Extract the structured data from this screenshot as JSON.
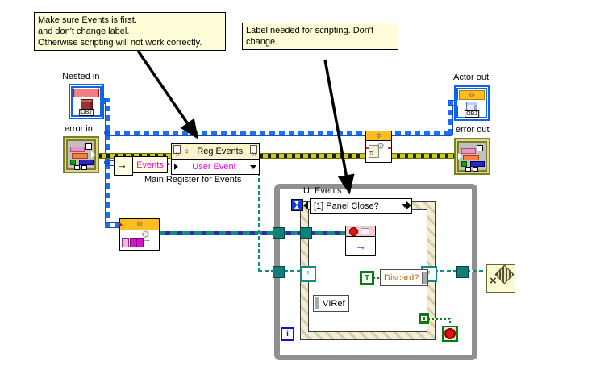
{
  "comments": {
    "events_first_note": "Make sure Events is first.\nand don't change label.\nOtherwise scripting will not work correctly.",
    "label_needed_note": "Label needed for scripting. Don't\nchange."
  },
  "terminals": {
    "nested_in": {
      "label": "Nested in",
      "obj": "OBJ"
    },
    "actor_out": {
      "label": "Actor out",
      "obj": "OBJ"
    },
    "error_in": {
      "label": "error in"
    },
    "error_out": {
      "label": "error out"
    }
  },
  "reg_events": {
    "title": "Reg Events",
    "input_row": "User Event",
    "caption": "Main Register for Events",
    "wire_label": "Events"
  },
  "while_loop": {
    "iteration_label": "i"
  },
  "event_structure": {
    "label": "UI Events",
    "selector": "[1] Panel Close?",
    "viref_label": "VIRef",
    "discard_label": "Discard?",
    "true_constant": "T"
  },
  "colors": {
    "class_wire": "#1b6ff2",
    "error_wire": "#c9c92c",
    "event_reg_wire": "#0e8c82",
    "user_event_wire_alt": "#2b2bb0",
    "boolean_wire": "#0a7a0a",
    "magenta_label": "#f200f2",
    "comment_bg": "#fefdd8",
    "loop_border": "#909090",
    "banner_orange": "#ffbe1e",
    "banner_pink": "#fbcaca"
  }
}
